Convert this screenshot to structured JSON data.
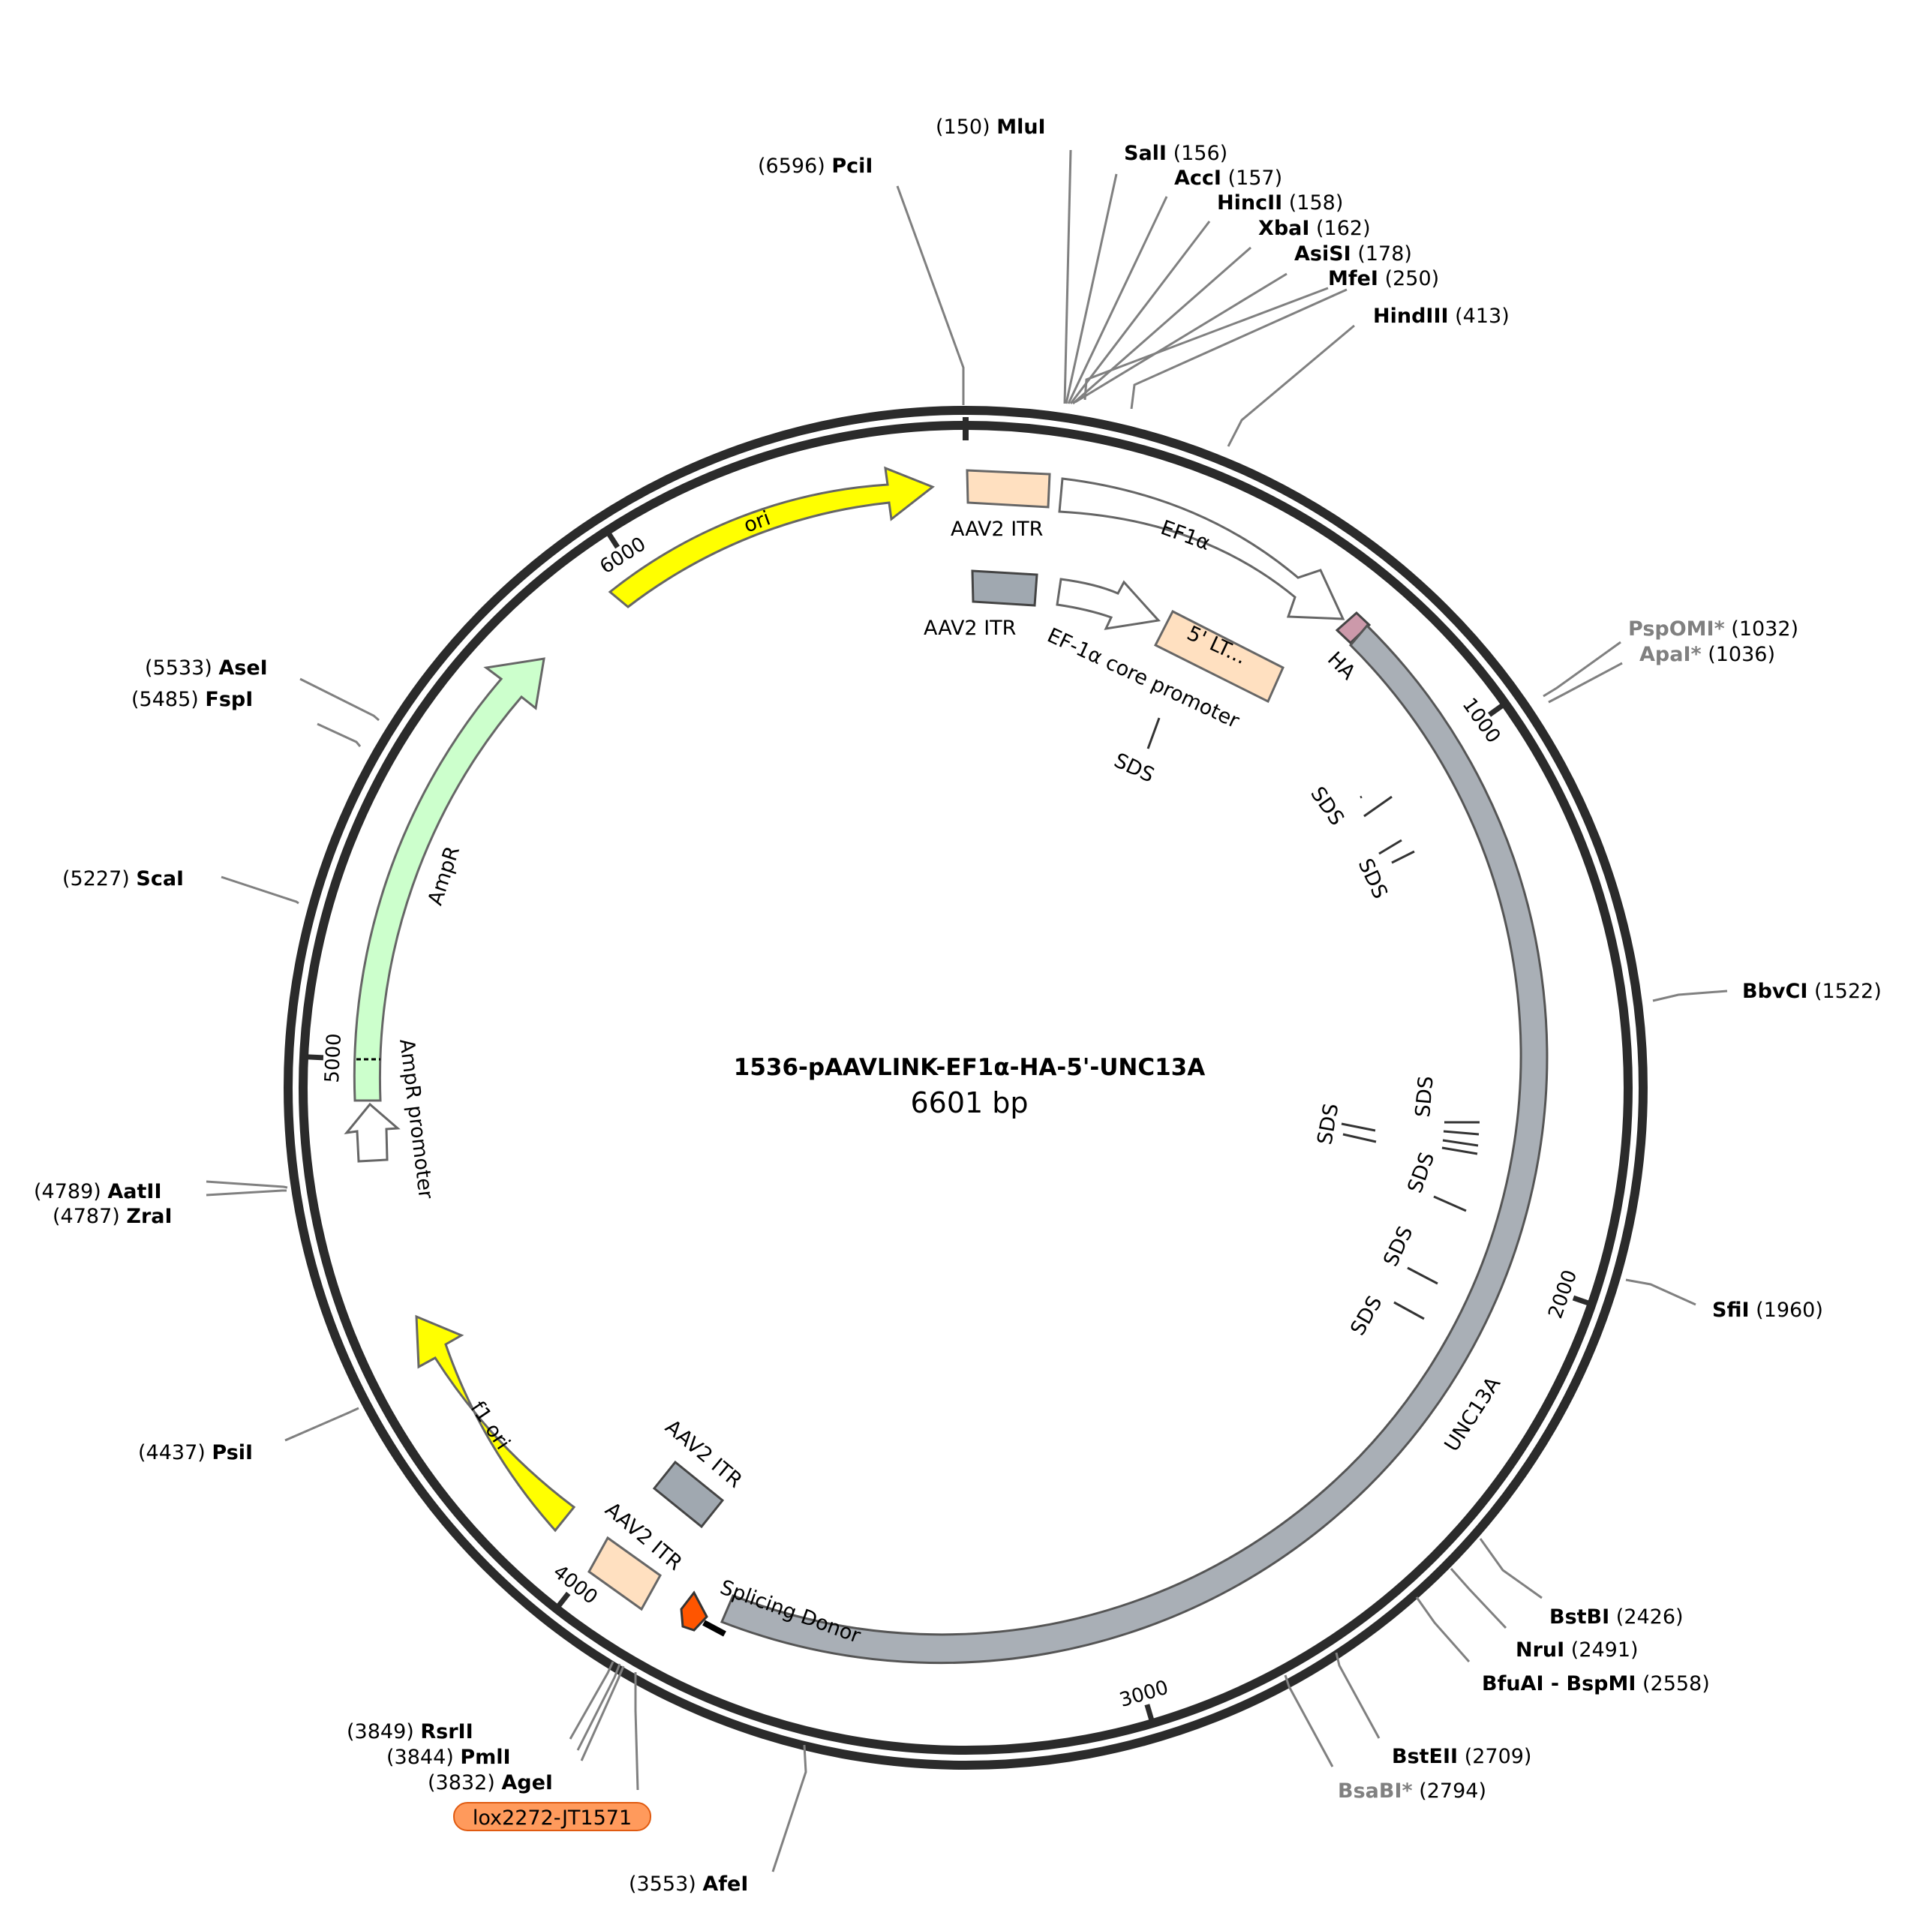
{
  "title": "1536-pAAVLINK-EF1α-HA-5'-UNC13A",
  "length_label": "6601 bp",
  "total_bp": 6601,
  "ticks": [
    {
      "bp": 1000,
      "label": "1000"
    },
    {
      "bp": 2000,
      "label": "2000"
    },
    {
      "bp": 3000,
      "label": "3000"
    },
    {
      "bp": 4000,
      "label": "4000"
    },
    {
      "bp": 5000,
      "label": "5000"
    },
    {
      "bp": 6000,
      "label": "6000"
    }
  ],
  "colors": {
    "backbone": "#2b2b2b",
    "yellow": "#ffff00",
    "itr_peach": "#ffe0c0",
    "itr_gray": "#a0a8b0",
    "unc13a": "#a9afb6",
    "ha": "#cc99aa",
    "ampr": "#ccffcc",
    "sites_line": "#808080",
    "lox_fill": "#ff9a5c",
    "splice": "#ff5500"
  },
  "features": [
    {
      "name": "AAV2 ITR",
      "label": "AAV2 ITR"
    },
    {
      "name": "EF1a",
      "label": "EF1α"
    },
    {
      "name": "AAV2 ITR inner",
      "label": "AAV2 ITR"
    },
    {
      "name": "EF-1a core promoter",
      "label": "EF-1α core promoter"
    },
    {
      "name": "5' LTR",
      "label": "5' LT..."
    },
    {
      "name": "HA",
      "label": "HA"
    },
    {
      "name": "UNC13A",
      "label": "UNC13A"
    },
    {
      "name": "ori",
      "label": "ori"
    },
    {
      "name": "AmpR",
      "label": "AmpR"
    },
    {
      "name": "AmpR promoter",
      "label": "AmpR promoter"
    },
    {
      "name": "f1 ori",
      "label": "f1 ori"
    },
    {
      "name": "AAV2 ITR lower 1",
      "label": "AAV2 ITR"
    },
    {
      "name": "AAV2 ITR lower 2",
      "label": "AAV2 ITR"
    },
    {
      "name": "Splicing Donor",
      "label": "Splicing Donor"
    },
    {
      "name": "lox2272-JT1571",
      "label": "lox2272-JT1571"
    }
  ],
  "sds_label": "SDS",
  "sites": [
    {
      "name": "PciI",
      "pos": "(6596)",
      "gray": false
    },
    {
      "name": "MluI",
      "pos": "(150)",
      "gray": false
    },
    {
      "name": "SalI",
      "pos": "(156)",
      "gray": false
    },
    {
      "name": "AccI",
      "pos": "(157)",
      "gray": false
    },
    {
      "name": "HincII",
      "pos": "(158)",
      "gray": false
    },
    {
      "name": "XbaI",
      "pos": "(162)",
      "gray": false
    },
    {
      "name": "AsiSI",
      "pos": "(178)",
      "gray": false
    },
    {
      "name": "MfeI",
      "pos": "(250)",
      "gray": false
    },
    {
      "name": "HindIII",
      "pos": "(413)",
      "gray": false
    },
    {
      "name": "PspOMI*",
      "pos": "(1032)",
      "gray": true
    },
    {
      "name": "ApaI*",
      "pos": "(1036)",
      "gray": true
    },
    {
      "name": "BbvCI",
      "pos": "(1522)",
      "gray": false
    },
    {
      "name": "SfiI",
      "pos": "(1960)",
      "gray": false
    },
    {
      "name": "BstBI",
      "pos": "(2426)",
      "gray": false
    },
    {
      "name": "NruI",
      "pos": "(2491)",
      "gray": false
    },
    {
      "name": "BfuAI - BspMI",
      "pos": "(2558)",
      "gray": false
    },
    {
      "name": "BstEII",
      "pos": "(2709)",
      "gray": false
    },
    {
      "name": "BsaBI*",
      "pos": "(2794)",
      "gray": true
    },
    {
      "name": "AfeI",
      "pos": "(3553)",
      "gray": false
    },
    {
      "name": "AgeI",
      "pos": "(3832)",
      "gray": false
    },
    {
      "name": "PmlI",
      "pos": "(3844)",
      "gray": false
    },
    {
      "name": "RsrII",
      "pos": "(3849)",
      "gray": false
    },
    {
      "name": "PsiI",
      "pos": "(4437)",
      "gray": false
    },
    {
      "name": "ZraI",
      "pos": "(4787)",
      "gray": false
    },
    {
      "name": "AatII",
      "pos": "(4789)",
      "gray": false
    },
    {
      "name": "ScaI",
      "pos": "(5227)",
      "gray": false
    },
    {
      "name": "FspI",
      "pos": "(5485)",
      "gray": false
    },
    {
      "name": "AseI",
      "pos": "(5533)",
      "gray": false
    }
  ]
}
